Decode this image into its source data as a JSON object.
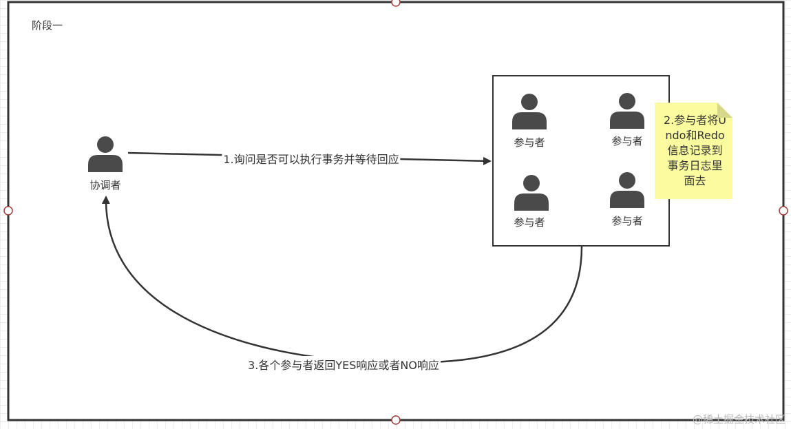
{
  "stage": {
    "title": "阶段一"
  },
  "coordinator": {
    "label": "协调者"
  },
  "participants": [
    {
      "label": "参与者"
    },
    {
      "label": "参与者"
    },
    {
      "label": "参与者"
    },
    {
      "label": "参与者"
    }
  ],
  "edges": {
    "request": "1.询问是否可以执行事务并等待回应",
    "response": "3.各个参与者返回YES响应或者NO响应"
  },
  "note": {
    "text": "2.参与者将Undo和Redo信息记录到事务日志里面去"
  },
  "watermark": "@稀土掘金技术社区",
  "colors": {
    "frame": "#333333",
    "person_icon": "#4a4a4a",
    "note_bg": "#fafa9f",
    "handle_stroke": "#a33a3a"
  },
  "icons": [
    "person-icon",
    "arrowhead-icon",
    "resize-handle-icon",
    "note-fold-icon"
  ]
}
